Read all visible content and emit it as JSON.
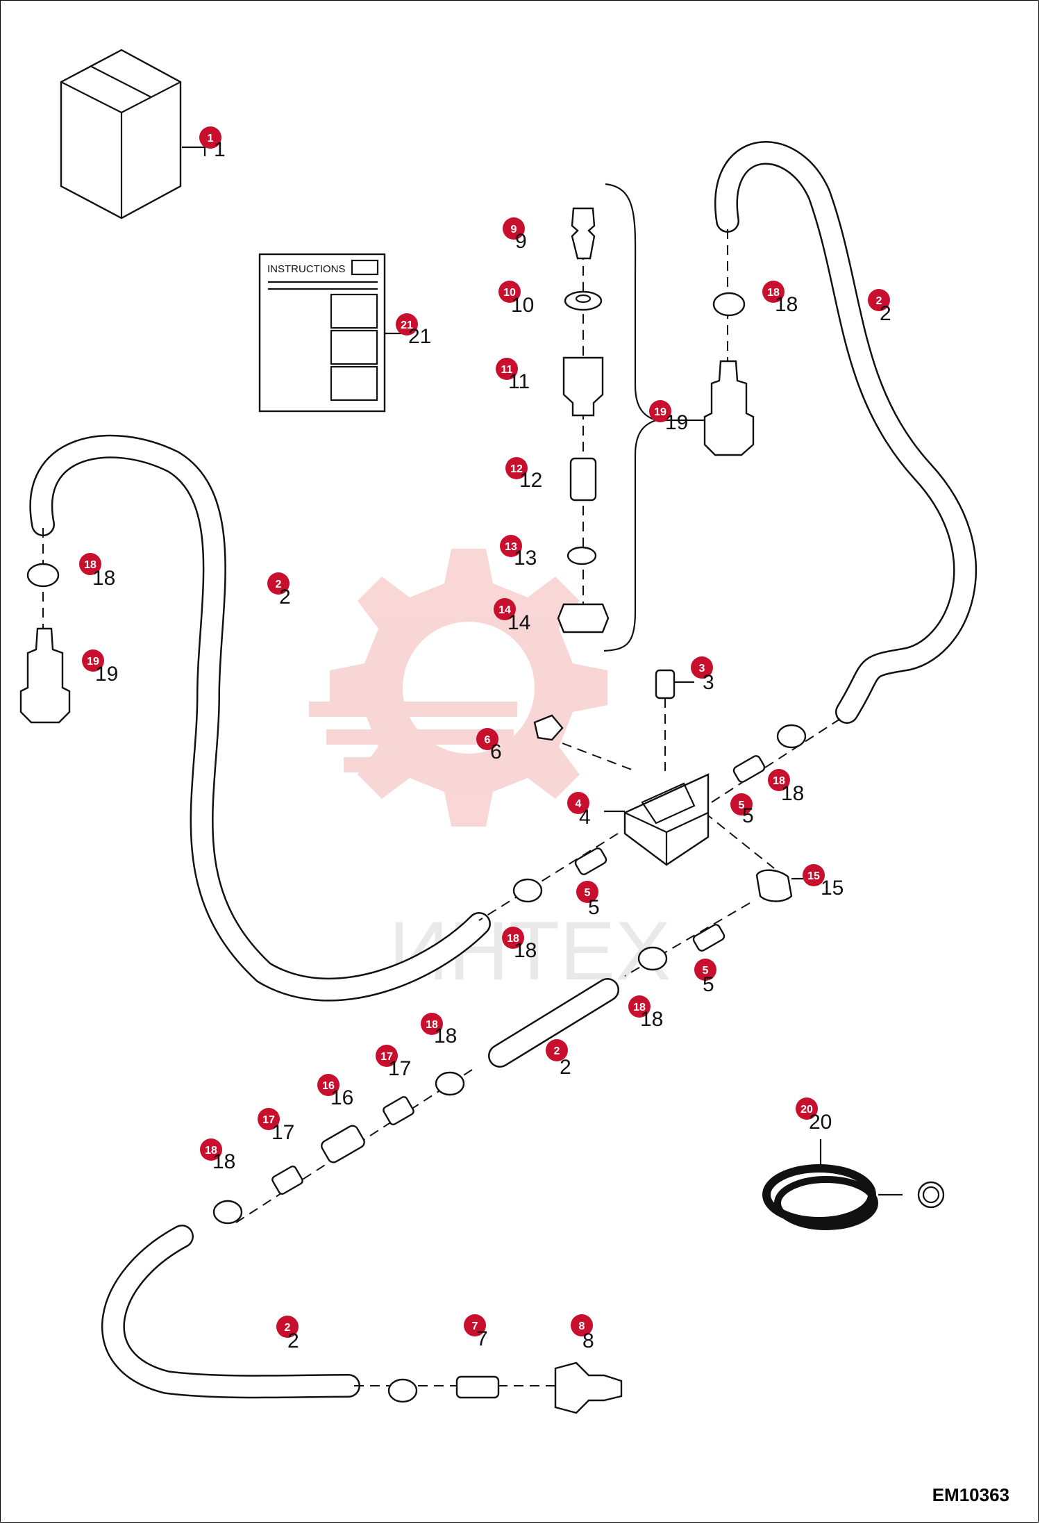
{
  "diagram": {
    "reference_code": "EM10363",
    "instructions_label": "INSTRUCTIONS",
    "watermark_text": "ИНТЕХ",
    "callout_color": "#c8102e",
    "watermark_color": "#f2b8b8",
    "callouts": [
      {
        "num": "1"
      },
      {
        "num": "2"
      },
      {
        "num": "2"
      },
      {
        "num": "2"
      },
      {
        "num": "2"
      },
      {
        "num": "3"
      },
      {
        "num": "4"
      },
      {
        "num": "5"
      },
      {
        "num": "5"
      },
      {
        "num": "5"
      },
      {
        "num": "6"
      },
      {
        "num": "7"
      },
      {
        "num": "8"
      },
      {
        "num": "9"
      },
      {
        "num": "10"
      },
      {
        "num": "11"
      },
      {
        "num": "12"
      },
      {
        "num": "13"
      },
      {
        "num": "14"
      },
      {
        "num": "15"
      },
      {
        "num": "16"
      },
      {
        "num": "17"
      },
      {
        "num": "17"
      },
      {
        "num": "18"
      },
      {
        "num": "18"
      },
      {
        "num": "18"
      },
      {
        "num": "18"
      },
      {
        "num": "18"
      },
      {
        "num": "18"
      },
      {
        "num": "18"
      },
      {
        "num": "19"
      },
      {
        "num": "19"
      },
      {
        "num": "20"
      },
      {
        "num": "21"
      }
    ]
  }
}
